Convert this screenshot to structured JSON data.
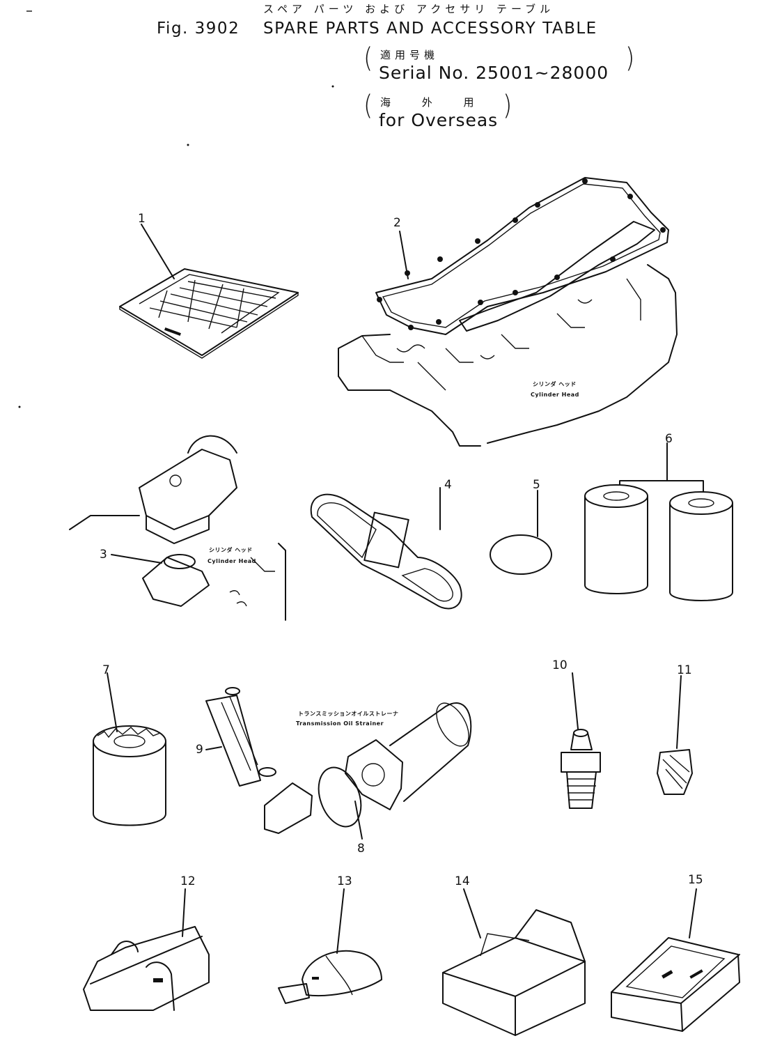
{
  "title": {
    "japanese": "スペア パーツ および アクセサリ テーブル",
    "figure": "Fig. 3902",
    "english": "SPARE PARTS AND ACCESSORY TABLE"
  },
  "applicability": {
    "serial_jp": "適用号機",
    "serial": "Serial No. 25001~28000",
    "destination_jp": "海 外 用",
    "destination": "for Overseas"
  },
  "callouts": [
    "1",
    "2",
    "3",
    "4",
    "5",
    "6",
    "7",
    "8",
    "9",
    "10",
    "11",
    "12",
    "13",
    "14",
    "15"
  ],
  "labels": {
    "cylinder_head_1_jp": "シリンダ ヘッド",
    "cylinder_head_1": "Cylinder Head",
    "cylinder_head_2_jp": "シリンダ ヘッド",
    "cylinder_head_2": "Cylinder Head",
    "strainer_jp": "トランスミッションオイルストレーナ",
    "strainer": "Transmission Oil Strainer"
  }
}
